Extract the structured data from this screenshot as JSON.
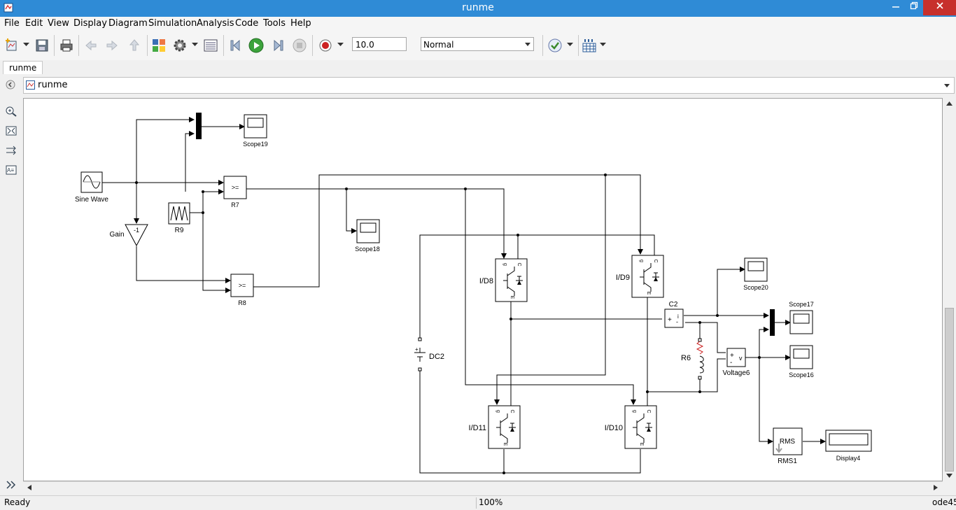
{
  "window": {
    "title": "runme"
  },
  "menu": [
    "File",
    "Edit",
    "View",
    "Display",
    "Diagram",
    "Simulation",
    "Analysis",
    "Code",
    "Tools",
    "Help"
  ],
  "toolbar": {
    "stop_time": "10.0",
    "sim_mode": "Normal"
  },
  "tabs": [
    "runme"
  ],
  "address": {
    "path": "runme"
  },
  "blocks": {
    "sine_wave": "Sine Wave",
    "gain": "Gain",
    "gain_value": "-1",
    "r9": "R9",
    "r7": "R7",
    "r8": "R8",
    "relop": ">=",
    "scope19": "Scope19",
    "scope18": "Scope18",
    "scope20": "Scope20",
    "scope17": "Scope17",
    "scope16": "Scope16",
    "igbt8": "I/D8",
    "igbt9": "I/D9",
    "igbt10": "I/D10",
    "igbt11": "I/D11",
    "dc2": "DC2",
    "c2": "C2",
    "r6": "R6",
    "voltage6": "Voltage6",
    "rms1": "RMS1",
    "rms_text": "RMS",
    "display4": "Display4",
    "port_g": "g",
    "port_c": "C",
    "port_e": "E",
    "port_i": "i",
    "port_v": "v",
    "plus": "+",
    "minus": "-"
  },
  "status": {
    "left": "Ready",
    "zoom": "100%",
    "solver": "ode45"
  }
}
